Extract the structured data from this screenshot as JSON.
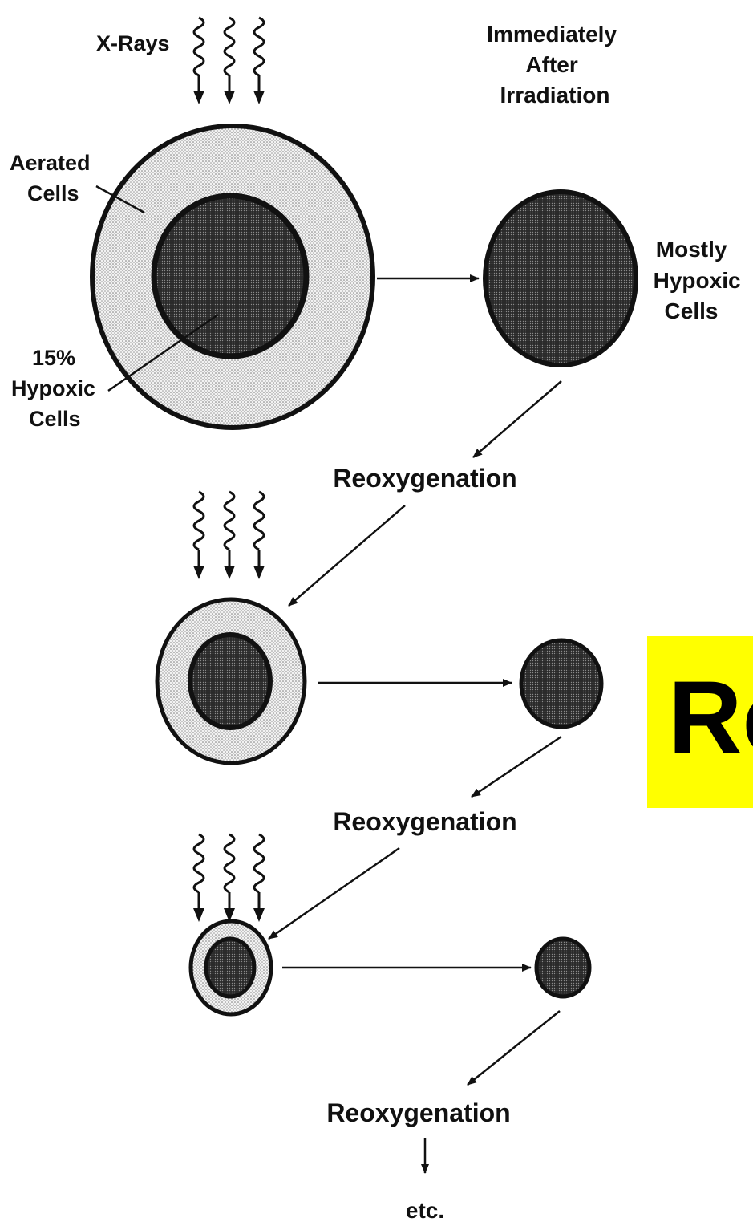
{
  "diagram": {
    "xrays_label": "X-Rays",
    "timing_label": [
      "Immediately",
      "After",
      "Irradiation"
    ],
    "aerated_label": [
      "Aerated",
      "Cells"
    ],
    "hypoxic_fraction_label": [
      "15%",
      "Hypoxic",
      "Cells"
    ],
    "mostly_hypoxic_label": [
      "Mostly",
      "Hypoxic",
      "Cells"
    ],
    "reoxygenation_labels": [
      "Reoxygenation",
      "Reoxygenation",
      "Reoxygenation"
    ],
    "end_label": "etc."
  },
  "banner": {
    "text": "Re",
    "color": "#ffff00"
  }
}
